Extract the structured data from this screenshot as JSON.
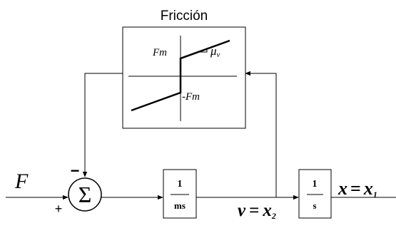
{
  "friction_block": {
    "title": "Fricción",
    "label_fm": "Fm",
    "label_neg_fm": "-Fm",
    "label_mu": "μ",
    "label_mu_sub": "v"
  },
  "input": {
    "label": "F",
    "sum_symbol": "Σ",
    "plus_sign": "+",
    "minus_sign": "−"
  },
  "block_ms": {
    "numerator": "1",
    "denominator": "ms"
  },
  "velocity": {
    "label_v": "v",
    "equals": "=",
    "label_x": "x",
    "subscript": "2"
  },
  "block_s": {
    "numerator": "1",
    "denominator": "s"
  },
  "output": {
    "label_x": "x",
    "equals": "=",
    "label_x1": "x",
    "subscript": "1"
  }
}
